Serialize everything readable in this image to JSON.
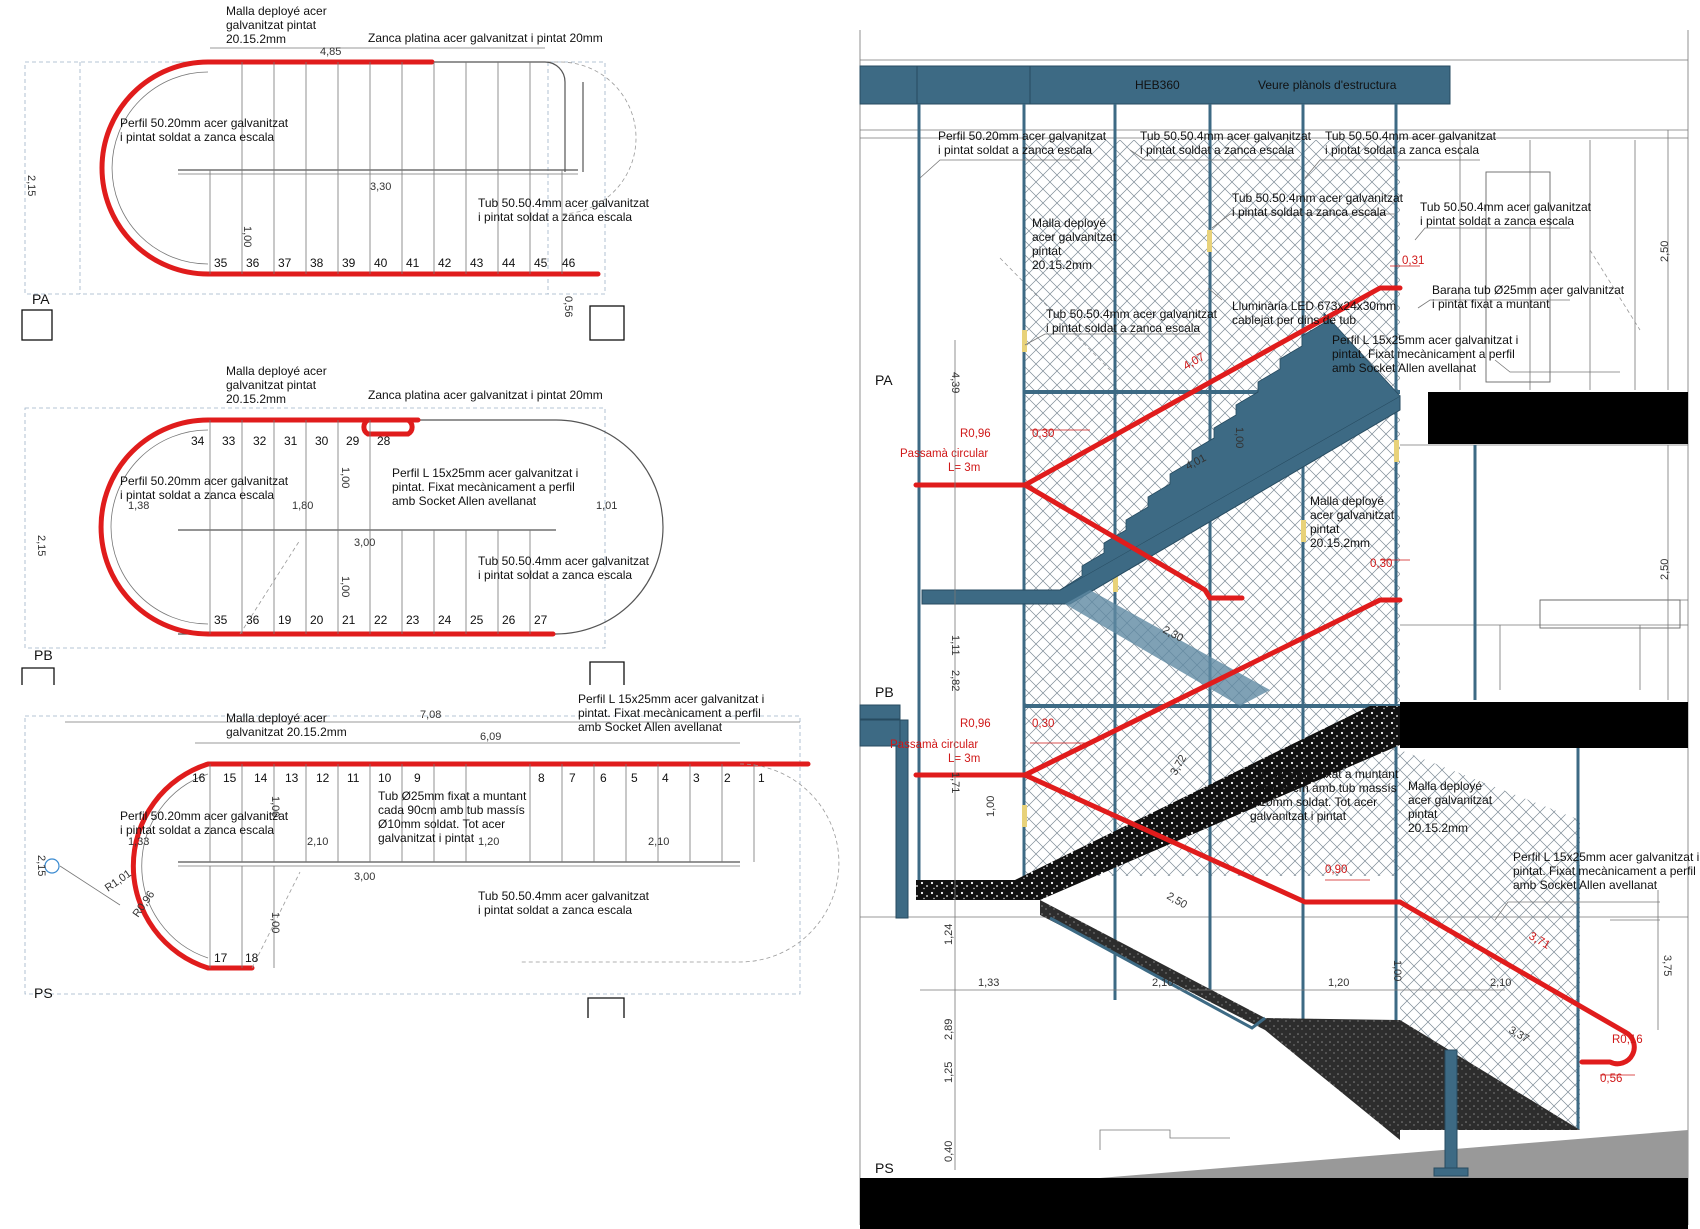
{
  "colors": {
    "rail": "#e01c1c",
    "steel": "#3d6a84",
    "slab": "#000000",
    "mesh": "#6f7f8c",
    "led": "#e8d27a"
  },
  "plans": {
    "pa": {
      "level": "PA",
      "dims": {
        "length": "4,85",
        "width": "2,15",
        "inner": "3,30",
        "step": "1,00",
        "gap": "0,56"
      },
      "steps": [
        "35",
        "36",
        "37",
        "38",
        "39",
        "40",
        "41",
        "42",
        "43",
        "44",
        "45",
        "46"
      ],
      "notes": {
        "mesh": [
          "Malla deployé acer",
          "galvanitzat pintat",
          "20.15.2mm"
        ],
        "zanca": "Zanca platina acer galvanitzat i pintat 20mm",
        "profile": [
          "Perfil 50.20mm acer galvanitzat",
          "i pintat soldat a zanca escala"
        ],
        "tube": [
          "Tub 50.50.4mm acer galvanitzat",
          "i pintat soldat a zanca escala"
        ]
      }
    },
    "pb": {
      "level": "PB",
      "dims": {
        "width": "2,15",
        "left": "1,38",
        "mid": "1,80",
        "right": "1,01",
        "inner": "3,00",
        "step_a": "1,00",
        "step_b": "1,00"
      },
      "steps_top": [
        "34",
        "33",
        "32",
        "31",
        "30",
        "29",
        "28"
      ],
      "steps_bottom": [
        "35",
        "36",
        "19",
        "20",
        "21",
        "22",
        "23",
        "24",
        "25",
        "26",
        "27"
      ],
      "notes": {
        "mesh": [
          "Malla deployé acer",
          "galvanitzat pintat",
          "20.15.2mm"
        ],
        "zanca": "Zanca platina acer galvanitzat i pintat 20mm",
        "profile": [
          "Perfil 50.20mm acer galvanitzat",
          "i pintat soldat a zanca escala"
        ],
        "angle": [
          "Perfil L 15x25mm acer galvanitzat i",
          "pintat. Fixat mecànicament a perfil",
          "amb Socket Allen avellanat"
        ],
        "tube": [
          "Tub 50.50.4mm acer galvanitzat",
          "i pintat soldat a zanca escala"
        ]
      }
    },
    "ps": {
      "level": "PS",
      "dims": {
        "total": "7,08",
        "run": "6,09",
        "width": "2,15",
        "a": "1,33",
        "b": "2,10",
        "c": "1,20",
        "d": "2,10",
        "inner": "3,00",
        "r1": "R1,01",
        "r2": "R0,96",
        "step_a": "1,00",
        "step_b": "1,00"
      },
      "steps_top": [
        "16",
        "15",
        "14",
        "13",
        "12",
        "11",
        "10",
        "9",
        "8",
        "7",
        "6",
        "5",
        "4",
        "3",
        "2",
        "1"
      ],
      "steps_bottom": [
        "17",
        "18"
      ],
      "notes": {
        "mesh": [
          "Malla deployé acer",
          "galvanitzat 20.15.2mm"
        ],
        "angle": [
          "Perfil L 15x25mm acer galvanitzat i",
          "pintat. Fixat mecànicament a perfil",
          "amb Socket Allen avellanat"
        ],
        "profile": [
          "Perfil 50.20mm acer galvanitzat",
          "i pintat soldat a zanca escala"
        ],
        "rail": [
          "Tub Ø25mm fixat a muntant",
          "cada 90cm amb tub massís",
          "Ø10mm soldat. Tot acer",
          "galvanitzat i pintat"
        ],
        "tube": [
          "Tub 50.50.4mm acer galvanitzat",
          "i pintat soldat a zanca escala"
        ]
      }
    }
  },
  "section": {
    "beam": {
      "name": "HEB360",
      "note": "Veure plànols d'estructura"
    },
    "levels": {
      "pa": "PA",
      "pb": "PB",
      "ps": "PS"
    },
    "notes": {
      "profile": [
        "Perfil 50.20mm acer galvanitzat",
        "i pintat soldat a zanca escala"
      ],
      "tube_a": [
        "Tub 50.50.4mm acer galvanitzat",
        "i pintat soldat a zanca escala"
      ],
      "tube_b": [
        "Tub 50.50.4mm acer galvanitzat",
        "i pintat soldat a zanca escala"
      ],
      "tube_c": [
        "Tub 50.50.4mm acer galvanitzat",
        "i pintat soldat a zanca escala"
      ],
      "tube_d": [
        "Tub 50.50.4mm acer galvanitzat",
        "i pintat soldat a zanca escala"
      ],
      "tube_e": [
        "Tub 50.50.4mm acer galvanitzat",
        "i pintat soldat a zanca escala"
      ],
      "mesh_a": [
        "Malla deployé",
        "acer galvanitzat",
        "pintat",
        "20.15.2mm"
      ],
      "mesh_b": [
        "Malla deployé",
        "acer galvanitzat",
        "pintat",
        "20.15.2mm"
      ],
      "mesh_c": [
        "Malla deployé",
        "acer galvanitzat",
        "pintat",
        "20.15.2mm"
      ],
      "led": [
        "Lluminària LED 673x24x30mm",
        "cablejat per dins de tub"
      ],
      "barana": [
        "Barana tub Ø25mm acer galvanitzat",
        "i pintat fixat a muntant"
      ],
      "angle_a": [
        "Perfil L 15x25mm acer galvanitzat i",
        "pintat. Fixat mecànicament a perfil",
        "amb Socket Allen avellanat"
      ],
      "angle_b": [
        "Perfil L 15x25mm acer galvanitzat i",
        "pintat. Fixat mecànicament a perfil",
        "amb Socket Allen avellanat"
      ],
      "rail": [
        "Tub Ø25mm fixat a muntant",
        "cada 90cm amb tub massís",
        "Ø10mm soldat. Tot acer",
        "galvanitzat i pintat"
      ],
      "passama_a": [
        "Passamà circular",
        "L= 3m"
      ],
      "passama_b": [
        "Passamà circular",
        "L= 3m"
      ]
    },
    "dims_red": {
      "d031": "0,31",
      "d407": "4,07",
      "d096a": "R0,96",
      "d030a": "0,30",
      "d030b": "0,30",
      "d096b": "R0,96",
      "d030c": "0,30",
      "d090": "0,90",
      "d371": "3,71",
      "r016": "R0,16",
      "d056": "0,56"
    },
    "dims": {
      "h250a": "2,50",
      "h250b": "2,50",
      "h439": "4,39",
      "h111": "1,11",
      "h282": "2,82",
      "h171": "1,71",
      "h100a": "1,00",
      "h100b": "1,00",
      "h124": "1,24",
      "h289": "2,89",
      "h125": "1,25",
      "h040": "0,40",
      "h375": "3,75",
      "h100c": "1,00",
      "w133": "1,33",
      "w210a": "2,10",
      "w120": "1,20",
      "w210b": "2,10",
      "s401": "4,01",
      "s230": "2,30",
      "s372": "3,72",
      "s250": "2,50",
      "s337": "3,37"
    }
  }
}
